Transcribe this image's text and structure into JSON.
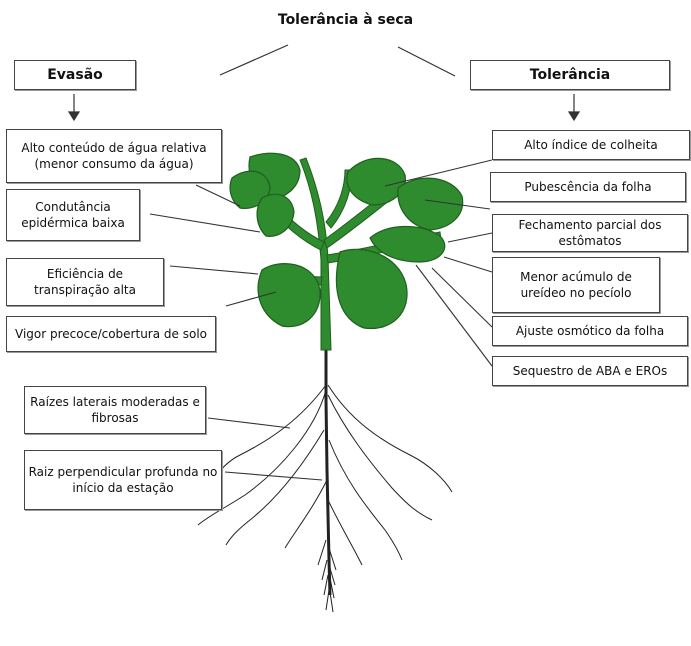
{
  "title": "Tolerância à seca",
  "evasao": {
    "header": "Evasão",
    "items": [
      "Alto conteúdo de água relativa\n(menor consumo da água)",
      "Condutância epidérmica baixa",
      "Eficiência de transpiração alta",
      "Vigor precoce/cobertura de solo",
      "Raízes laterais moderadas e fibrosas",
      "Raiz perpendicular profunda no início da estação"
    ]
  },
  "tolerancia": {
    "header": "Tolerância",
    "items": [
      "Alto índice de colheita",
      "Pubescência da folha",
      "Fechamento parcial dos estômatos",
      "Menor acúmulo de ureídeo no pecíolo",
      "Ajuste osmótico da folha",
      "Sequestro de ABA e EROs"
    ]
  },
  "colors": {
    "leaf": "#2e8b2e",
    "leaf_outline": "#1f5f1f",
    "line": "#333333",
    "root": "#222222"
  }
}
